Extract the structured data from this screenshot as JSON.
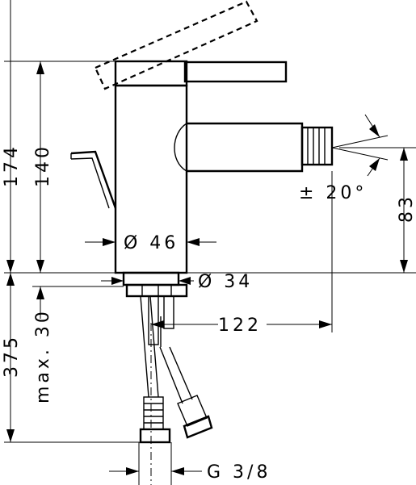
{
  "dimensions": {
    "height_total": "174",
    "height_spout": "140",
    "body_diameter": "Ø 46",
    "base_diameter": "Ø 34",
    "angle": "± 20°",
    "spout_height": "83",
    "below_deck": "375",
    "max_thickness": "max. 30",
    "reach": "122",
    "connection": "G 3/8"
  }
}
